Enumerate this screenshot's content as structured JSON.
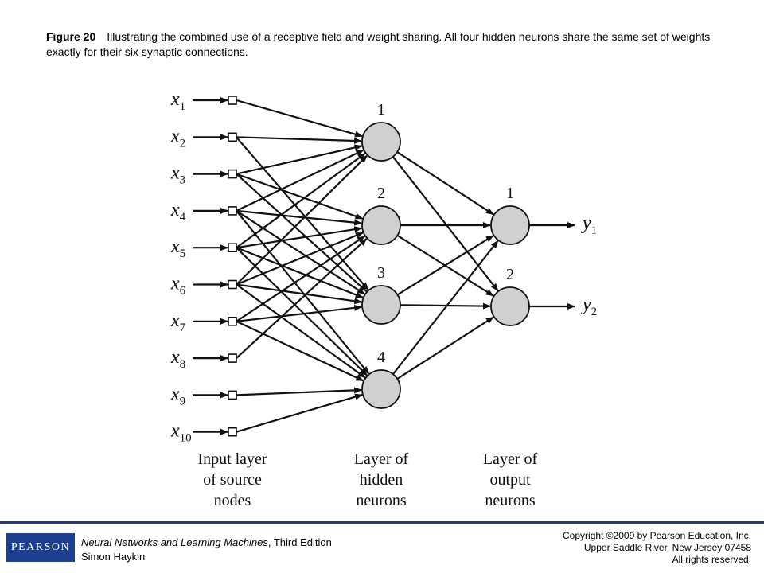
{
  "caption": {
    "label": "Figure 20",
    "text": "Illustrating the combined use of a receptive field and weight sharing. All four hidden neurons share the same set of weights exactly for their six synaptic connections."
  },
  "diagram": {
    "inputs": [
      {
        "base": "x",
        "sub": "1"
      },
      {
        "base": "x",
        "sub": "2"
      },
      {
        "base": "x",
        "sub": "3"
      },
      {
        "base": "x",
        "sub": "4"
      },
      {
        "base": "x",
        "sub": "5"
      },
      {
        "base": "x",
        "sub": "6"
      },
      {
        "base": "x",
        "sub": "7"
      },
      {
        "base": "x",
        "sub": "8"
      },
      {
        "base": "x",
        "sub": "9"
      },
      {
        "base": "x",
        "sub": "10"
      }
    ],
    "hidden_neurons": [
      "1",
      "2",
      "3",
      "4"
    ],
    "output_neurons": [
      "1",
      "2"
    ],
    "outputs": [
      {
        "base": "y",
        "sub": "1"
      },
      {
        "base": "y",
        "sub": "2"
      }
    ],
    "edges_input_to_hidden": [
      [
        1,
        1
      ],
      [
        2,
        1
      ],
      [
        3,
        1
      ],
      [
        4,
        1
      ],
      [
        5,
        1
      ],
      [
        6,
        1
      ],
      [
        3,
        2
      ],
      [
        4,
        2
      ],
      [
        5,
        2
      ],
      [
        6,
        2
      ],
      [
        7,
        2
      ],
      [
        8,
        2
      ],
      [
        2,
        3
      ],
      [
        3,
        3
      ],
      [
        4,
        3
      ],
      [
        5,
        3
      ],
      [
        6,
        3
      ],
      [
        7,
        3
      ],
      [
        4,
        4
      ],
      [
        5,
        4
      ],
      [
        6,
        4
      ],
      [
        7,
        4
      ],
      [
        9,
        4
      ],
      [
        10,
        4
      ]
    ],
    "edges_hidden_to_output": [
      [
        1,
        1
      ],
      [
        1,
        2
      ],
      [
        2,
        1
      ],
      [
        2,
        2
      ],
      [
        3,
        1
      ],
      [
        3,
        2
      ],
      [
        4,
        1
      ],
      [
        4,
        2
      ]
    ],
    "layer_labels": {
      "input": [
        "Input layer",
        "of source",
        "nodes"
      ],
      "hidden": [
        "Layer of",
        "hidden",
        "neurons"
      ],
      "output": [
        "Layer of",
        "output",
        "neurons"
      ]
    },
    "colors": {
      "neuron_fill": "#d0d0d0",
      "stroke": "#111111"
    }
  },
  "footer": {
    "logo_text": "PEARSON",
    "book_title": "Neural Networks and Learning Machines",
    "edition": ", Third Edition",
    "author": "Simon Haykin",
    "copyright_lines": [
      "Copyright ©2009 by Pearson Education, Inc.",
      "Upper Saddle River, New Jersey 07458",
      "All rights reserved."
    ]
  }
}
